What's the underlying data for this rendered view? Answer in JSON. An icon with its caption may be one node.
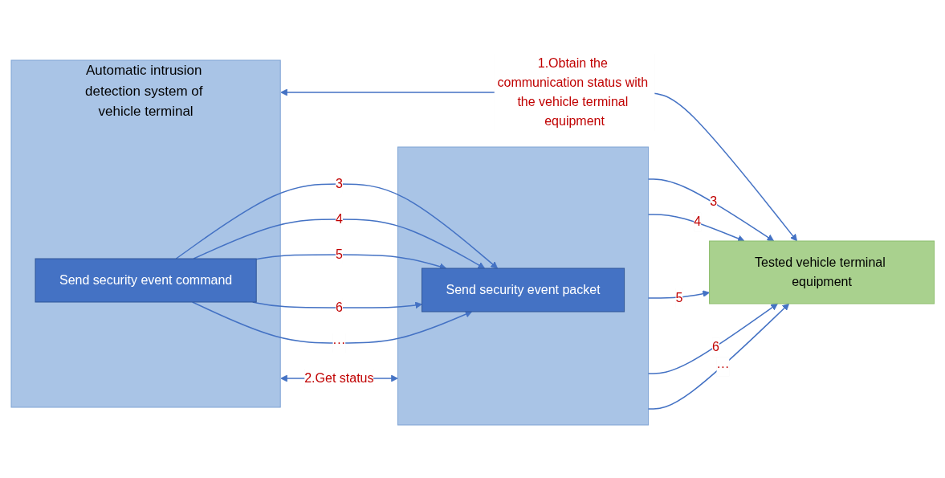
{
  "diagram": {
    "nodes": [
      {
        "text": [
          "Automatic intrusion detection system of vehicle terminal"
        ]
      },
      {
        "text": [
          "Send security event command"
        ],
        "in": 0
      },
      {
        "text": [
          "Tested vehicle terminal equipment"
        ]
      },
      {
        "text": [],
        "shape": "box"
      },
      {
        "text": [
          "Send security event packet"
        ],
        "in": 3
      }
    ],
    "edges": [
      {
        "from": 0,
        "to": 2,
        "arrow": "both",
        "label": "1.Obtain the communication status with the vehicle terminal equipment"
      },
      {
        "from": 0,
        "to": 3,
        "arrow": "both",
        "label": "2.Get status"
      },
      {
        "from": 1,
        "to": 4,
        "arrow": "to",
        "label": "3"
      },
      {
        "from": 1,
        "to": 4,
        "arrow": "to",
        "label": "4"
      },
      {
        "from": 1,
        "to": 4,
        "arrow": "to",
        "label": "5"
      },
      {
        "from": 1,
        "to": 4,
        "arrow": "to",
        "label": "6"
      },
      {
        "from": 1,
        "to": 4,
        "arrow": "to",
        "label": "···"
      },
      {
        "from": 3,
        "to": 2,
        "arrow": "to",
        "label": "3"
      },
      {
        "from": 3,
        "to": 2,
        "arrow": "to",
        "label": "4"
      },
      {
        "from": 3,
        "to": 2,
        "arrow": "to",
        "label": "5"
      },
      {
        "from": 3,
        "to": 2,
        "arrow": "to",
        "label": "6"
      },
      {
        "from": 3,
        "to": 2,
        "arrow": "to",
        "label": "···"
      }
    ]
  }
}
